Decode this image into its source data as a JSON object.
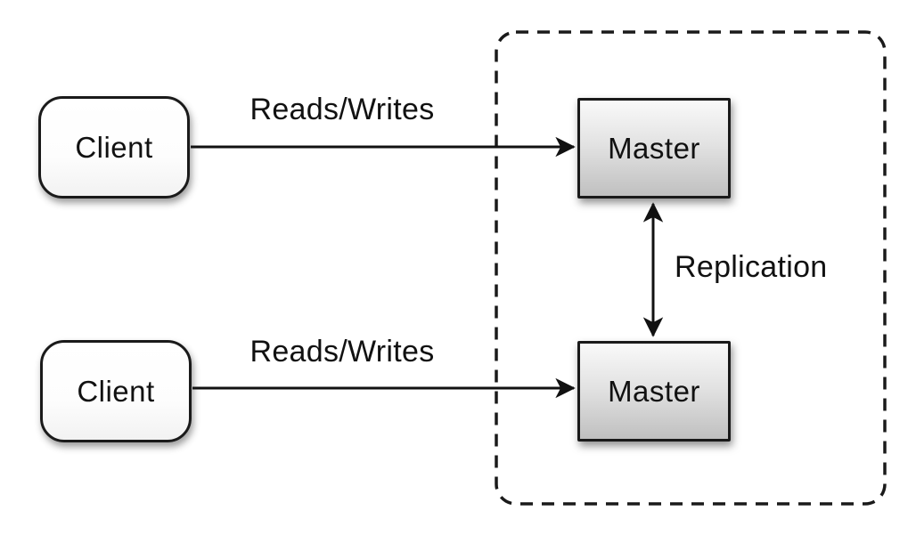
{
  "nodes": {
    "clients": [
      {
        "label": "Client"
      },
      {
        "label": "Client"
      }
    ],
    "masters": [
      {
        "label": "Master"
      },
      {
        "label": "Master"
      }
    ]
  },
  "edges": {
    "reads_writes_top": {
      "label": "Reads/Writes",
      "direction": "client-to-master"
    },
    "reads_writes_bottom": {
      "label": "Reads/Writes",
      "direction": "client-to-master"
    },
    "replication": {
      "label": "Replication",
      "direction": "bidirectional"
    }
  },
  "groups": {
    "master_cluster": {
      "style": "dashed-rounded-rectangle"
    }
  },
  "colors": {
    "background": "#ffffff",
    "stroke": "#1a1a1a",
    "text": "#111111",
    "master_gradient_top": "#f9f9f9",
    "master_gradient_bottom": "#c0c0c0",
    "client_fill": "#ffffff"
  }
}
